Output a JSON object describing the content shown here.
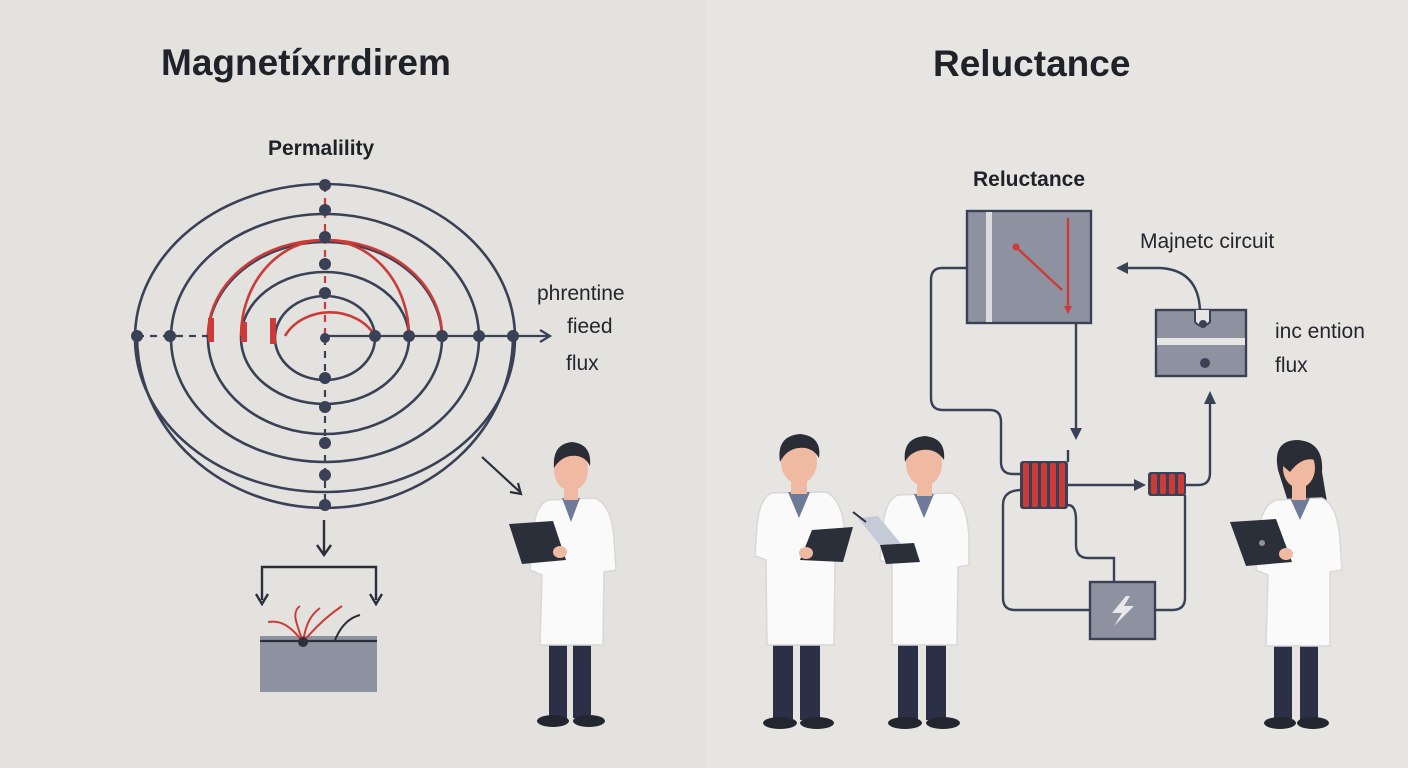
{
  "left_panel": {
    "title": "Magnetíxrrdirem",
    "top_label": "Permalility",
    "side_label_lines": [
      "phrentine",
      "fieed",
      "flux"
    ]
  },
  "right_panel": {
    "title": "Reluctance",
    "box_label": "Reluctance",
    "circuit_label": "Majnetc circuit",
    "side_label_lines": [
      "inc ention",
      "flux"
    ]
  },
  "colors": {
    "background": "#e4e3df",
    "line": "#3a4157",
    "accent_red": "#cc3b38",
    "block_gray": "#8e919f",
    "coat": "#fafafa",
    "skin": "#f0b9a2",
    "hair": "#2b2d36",
    "pants": "#2c3046",
    "shirt": "#6f7a98"
  },
  "icons": [
    "lightning-icon",
    "arrow-icon"
  ]
}
